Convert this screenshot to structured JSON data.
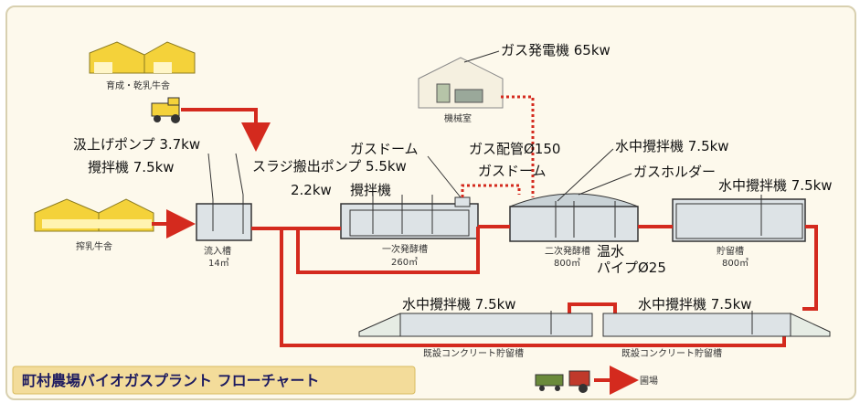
{
  "title": "町村農場バイオガスプラント フローチャート",
  "buildings": {
    "heifer_barn": "育成・乾乳牛舎",
    "milking_barn": "搾乳牛舎",
    "machine_room": "機械室",
    "field": "圃場"
  },
  "equipment": {
    "generator": "ガス発電機 65kw",
    "lift_pump": "汲上げポンプ 3.7kw",
    "mixer_75": "攪拌機 7.5kw",
    "sludge_pump": "スラジ搬出ポンプ 5.5kw",
    "gas_dome_1": "ガスドーム",
    "gas_pipe": "ガス配管Ø150",
    "gas_dome_2": "ガスドーム",
    "submersible_mixer_top": "水中攪拌機 7.5kw",
    "gas_holder": "ガスホルダー",
    "submersible_mixer_right": "水中攪拌機 7.5kw",
    "power_22": "2.2kw",
    "mixer_plain": "攪拌機",
    "hot_water_pipe_1": "温水",
    "hot_water_pipe_2": "パイプØ25",
    "submersible_mixer_bottom_left": "水中攪拌機 7.5kw",
    "submersible_mixer_bottom_right": "水中攪拌機 7.5kw"
  },
  "tanks": {
    "inflow": {
      "name": "流入槽",
      "volume": "14㎥"
    },
    "primary": {
      "name": "一次発酵槽",
      "volume": "260㎥"
    },
    "secondary": {
      "name": "二次発酵槽",
      "volume": "800㎥"
    },
    "storage": {
      "name": "貯留槽",
      "volume": "800㎥"
    },
    "concrete_1": {
      "name": "既設コンクリート貯留槽"
    },
    "concrete_2": {
      "name": "既設コンクリート貯留槽"
    }
  },
  "colors": {
    "pipe": "#d42a1e",
    "barn": "#f4d23a",
    "tank": "#dde3e6",
    "background": "#fdf9ec",
    "banner": "#f3dc9a",
    "title_text": "#1d1b60"
  }
}
